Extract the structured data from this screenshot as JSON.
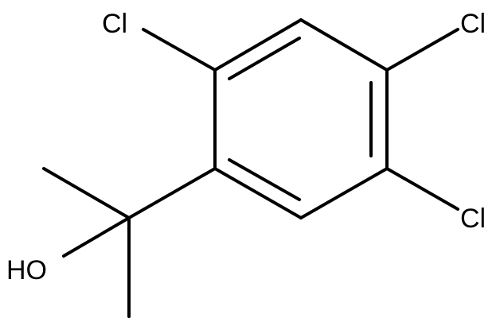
{
  "molecule": {
    "atom_labels": {
      "cl_top_left": "Cl",
      "cl_top_right": "Cl",
      "cl_right": "Cl",
      "hydroxyl": "HO"
    }
  },
  "colors": {
    "bond": "#000000",
    "background": "#ffffff"
  }
}
